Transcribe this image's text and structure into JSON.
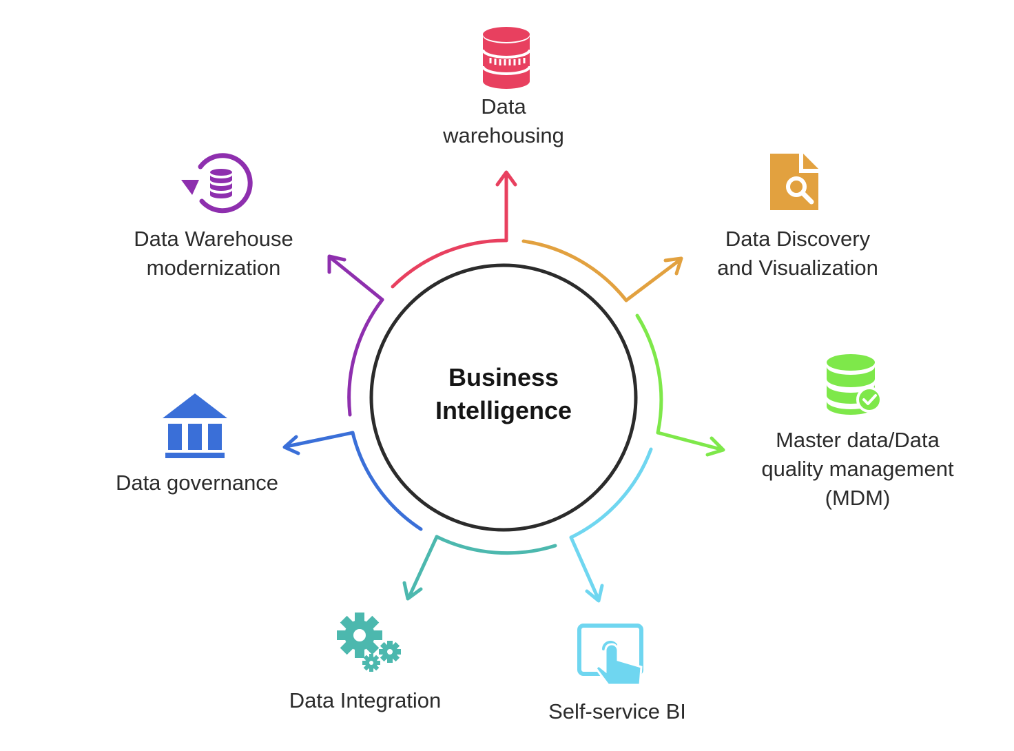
{
  "center": {
    "line1": "Business",
    "line2": "Intelligence"
  },
  "nodes": [
    {
      "id": "data-warehousing",
      "lines": [
        "Data",
        "warehousing"
      ],
      "color": "#e8405f",
      "icon": "database-icon"
    },
    {
      "id": "data-discovery",
      "lines": [
        "Data Discovery",
        "and Visualization"
      ],
      "color": "#e2a13f",
      "icon": "document-search-icon"
    },
    {
      "id": "master-data",
      "lines": [
        "Master data/Data",
        "quality management",
        "(MDM)"
      ],
      "color": "#7ee84a",
      "icon": "database-check-icon"
    },
    {
      "id": "self-service-bi",
      "lines": [
        "Self-service BI"
      ],
      "color": "#6fd6f0",
      "icon": "touch-screen-icon"
    },
    {
      "id": "data-integration",
      "lines": [
        "Data Integration"
      ],
      "color": "#4cb8ae",
      "icon": "gears-icon"
    },
    {
      "id": "data-governance",
      "lines": [
        "Data governance"
      ],
      "color": "#3a6fd8",
      "icon": "bank-icon"
    },
    {
      "id": "dw-modernization",
      "lines": [
        "Data Warehouse",
        "modernization"
      ],
      "color": "#8e2fae",
      "icon": "database-refresh-icon"
    }
  ]
}
